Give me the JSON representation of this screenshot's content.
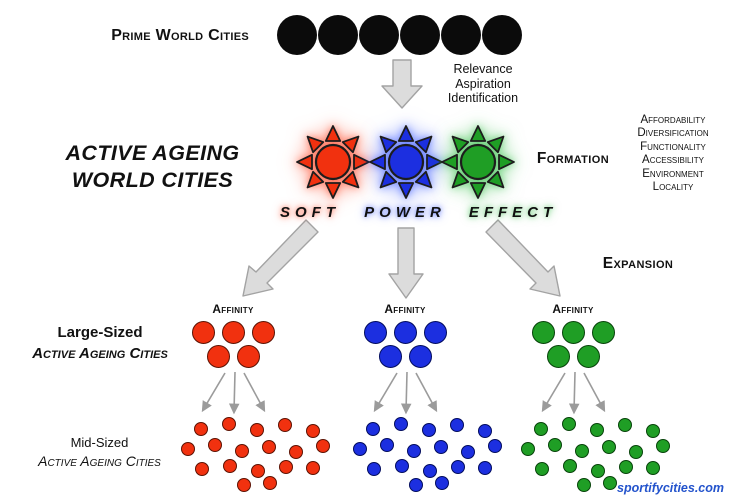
{
  "header": {
    "title": "Prime World Cities",
    "dot_count": 6,
    "dot_color": "#0b0b0b"
  },
  "transition": {
    "labels": [
      "Relevance",
      "Aspiration",
      "Identification"
    ]
  },
  "core": {
    "title_line1": "ACTIVE AGEING",
    "title_line2": "WORLD CITIES",
    "suns": [
      {
        "name": "soft",
        "word": "SOFT",
        "color": "#f1310f",
        "stroke": "#5c1203",
        "glow": "rgba(255,62,28,0.55)"
      },
      {
        "name": "power",
        "word": "POWER",
        "color": "#1c2fe0",
        "stroke": "#020c5e",
        "glow": "rgba(48,80,255,0.55)"
      },
      {
        "name": "effect",
        "word": "EFFECT",
        "color": "#1f9e25",
        "stroke": "#07430a",
        "glow": "rgba(46,190,66,0.55)"
      }
    ]
  },
  "stages": {
    "formation": "Formation",
    "expansion": "Expansion"
  },
  "formation_factors": [
    "Affordability",
    "Diversification",
    "Functionality",
    "Accessibility",
    "Environment",
    "Locality"
  ],
  "clusters": [
    {
      "name": "red-cluster",
      "affinity_label": "Affinity",
      "color": "#f1310f",
      "stroke": "#5c1203"
    },
    {
      "name": "blue-cluster",
      "affinity_label": "Affinity",
      "color": "#1c2fe0",
      "stroke": "#020c5e"
    },
    {
      "name": "green-cluster",
      "affinity_label": "Affinity",
      "color": "#1f9e25",
      "stroke": "#07430a"
    }
  ],
  "large_dots_per_cluster": 5,
  "mid_dots_per_cluster": 18,
  "large_group_label": {
    "line1": "Large-Sized",
    "line2": "Active Ageing Cities"
  },
  "mid_group_label": {
    "line1": "Mid-Sized",
    "line2": "Active Ageing Cities"
  },
  "watermark": {
    "text": "sportifycities.com",
    "color": "#2353cc"
  },
  "arrow_colors": {
    "block_fill": "#dcdcdc",
    "block_stroke": "#a3a3a3",
    "thin": "#9b9b9b"
  }
}
